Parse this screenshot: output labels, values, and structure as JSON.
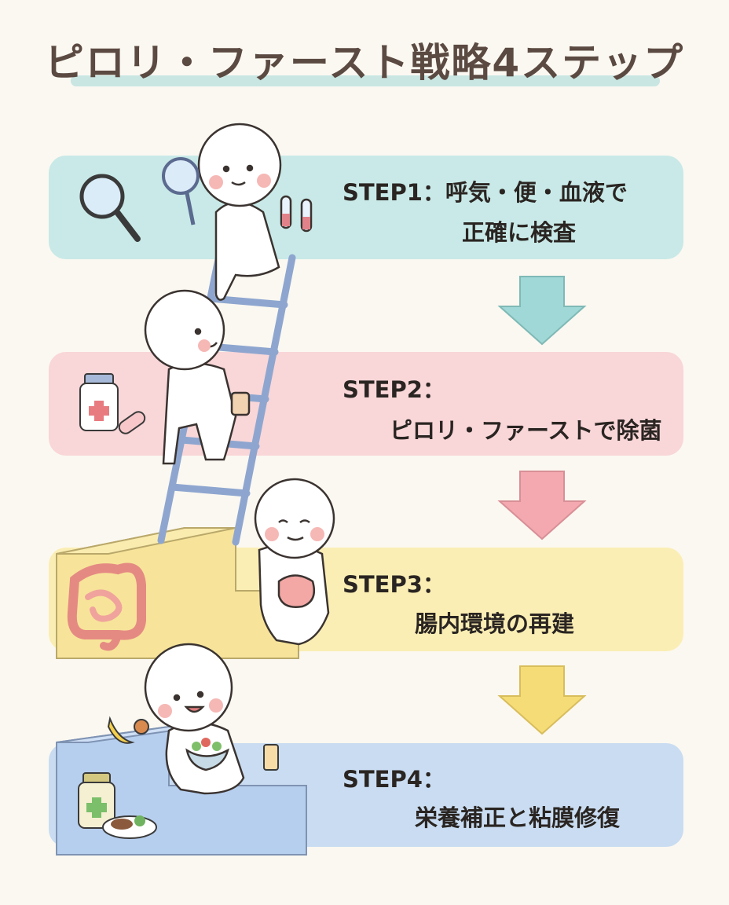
{
  "title": "ピロリ・ファースト戦略4ステップ",
  "steps": [
    {
      "label": "STEP1：",
      "line1": "呼気・便・血液で",
      "line2": "正確に検査"
    },
    {
      "label": "STEP2：",
      "line1": "ピロリ・ファーストで除菌"
    },
    {
      "label": "STEP3：",
      "line1": "腸内環境の再建"
    },
    {
      "label": "STEP4：",
      "line1": "栄養補正と粘膜修復"
    }
  ],
  "colors": {
    "step1": "#c8e9e7",
    "step2": "#f9d6d8",
    "step3": "#fbeeb4",
    "step4": "#c9dcf1",
    "arrow1": "#9fd8d6",
    "arrow2": "#f4a9b0",
    "arrow3": "#f6dc77"
  }
}
